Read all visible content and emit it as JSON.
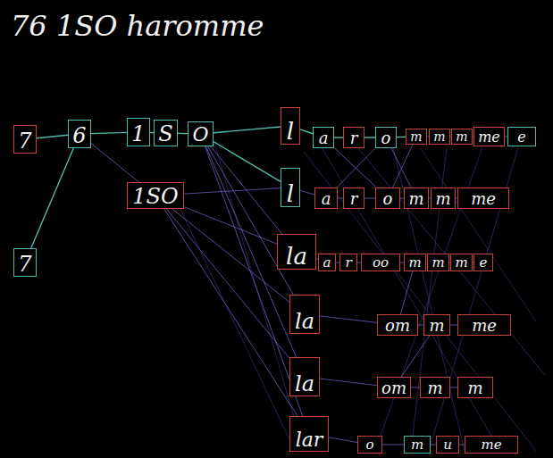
{
  "diagram": {
    "title": "76 1SO haromme",
    "nodes": [
      {
        "text": [
          "7"
        ]
      },
      {
        "text": [
          "6"
        ]
      },
      {
        "text": [
          "1"
        ]
      },
      {
        "text": [
          "S"
        ]
      },
      {
        "text": [
          "O"
        ]
      },
      {
        "text": [
          "1SO"
        ]
      },
      {
        "text": [
          "7"
        ]
      },
      {
        "text": [
          "l"
        ]
      },
      {
        "text": [
          "a"
        ]
      },
      {
        "text": [
          "r"
        ]
      },
      {
        "text": [
          "o"
        ]
      },
      {
        "text": [
          "m"
        ]
      },
      {
        "text": [
          "m"
        ]
      },
      {
        "text": [
          "m"
        ]
      },
      {
        "text": [
          "me"
        ]
      },
      {
        "text": [
          "e"
        ]
      },
      {
        "text": [
          "l"
        ]
      },
      {
        "text": [
          "a"
        ]
      },
      {
        "text": [
          "r"
        ]
      },
      {
        "text": [
          "o"
        ]
      },
      {
        "text": [
          "m"
        ]
      },
      {
        "text": [
          "m"
        ]
      },
      {
        "text": [
          "me"
        ]
      },
      {
        "text": [
          "la"
        ]
      },
      {
        "text": [
          "a"
        ]
      },
      {
        "text": [
          "r"
        ]
      },
      {
        "text": [
          "oo"
        ]
      },
      {
        "text": [
          "m"
        ]
      },
      {
        "text": [
          "m"
        ]
      },
      {
        "text": [
          "m"
        ]
      },
      {
        "text": [
          "e"
        ]
      },
      {
        "text": [
          "la"
        ]
      },
      {
        "text": [
          "om"
        ]
      },
      {
        "text": [
          "m"
        ]
      },
      {
        "text": [
          "me"
        ]
      },
      {
        "text": [
          "la"
        ]
      },
      {
        "text": [
          "om"
        ]
      },
      {
        "text": [
          "m"
        ]
      },
      {
        "text": [
          "m"
        ]
      },
      {
        "text": [
          "lar"
        ]
      },
      {
        "text": [
          "o"
        ]
      },
      {
        "text": [
          "m"
        ]
      },
      {
        "text": [
          "u"
        ]
      },
      {
        "text": [
          "me"
        ]
      }
    ],
    "edges": [
      {
        "from": 0,
        "to": 1,
        "arrow": "none"
      },
      {
        "from": 6,
        "to": 1,
        "arrow": "none"
      },
      {
        "from": 1,
        "to": 2,
        "arrow": "none"
      },
      {
        "from": 2,
        "to": 3,
        "arrow": "none"
      },
      {
        "from": 3,
        "to": 4,
        "arrow": "none"
      },
      {
        "from": 1,
        "to": 5,
        "arrow": "none"
      },
      {
        "from": 4,
        "to": 7,
        "arrow": "none"
      },
      {
        "from": 4,
        "to": 16,
        "arrow": "none"
      },
      {
        "from": 5,
        "to": 16,
        "arrow": "none"
      },
      {
        "from": 5,
        "to": 23,
        "arrow": "none"
      },
      {
        "from": 4,
        "to": 23,
        "arrow": "none"
      },
      {
        "from": 7,
        "to": 8,
        "arrow": "none"
      },
      {
        "from": 8,
        "to": 9,
        "arrow": "none"
      },
      {
        "from": 9,
        "to": 10,
        "arrow": "none"
      },
      {
        "from": 10,
        "to": 11,
        "arrow": "none"
      },
      {
        "from": 11,
        "to": 12,
        "arrow": "none"
      },
      {
        "from": 12,
        "to": 13,
        "arrow": "none"
      },
      {
        "from": 13,
        "to": 14,
        "arrow": "none"
      },
      {
        "from": 14,
        "to": 15,
        "arrow": "none"
      },
      {
        "from": 16,
        "to": 17,
        "arrow": "none"
      },
      {
        "from": 17,
        "to": 18,
        "arrow": "none"
      },
      {
        "from": 18,
        "to": 19,
        "arrow": "none"
      },
      {
        "from": 19,
        "to": 20,
        "arrow": "none"
      },
      {
        "from": 20,
        "to": 21,
        "arrow": "none"
      },
      {
        "from": 21,
        "to": 22,
        "arrow": "none"
      },
      {
        "from": 23,
        "to": 24,
        "arrow": "none"
      },
      {
        "from": 24,
        "to": 25,
        "arrow": "none"
      },
      {
        "from": 25,
        "to": 26,
        "arrow": "none"
      },
      {
        "from": 26,
        "to": 27,
        "arrow": "none"
      },
      {
        "from": 27,
        "to": 28,
        "arrow": "none"
      },
      {
        "from": 28,
        "to": 29,
        "arrow": "none"
      },
      {
        "from": 29,
        "to": 30,
        "arrow": "none"
      },
      {
        "from": 31,
        "to": 32,
        "arrow": "none"
      },
      {
        "from": 32,
        "to": 33,
        "arrow": "none"
      },
      {
        "from": 33,
        "to": 34,
        "arrow": "none"
      },
      {
        "from": 35,
        "to": 36,
        "arrow": "none"
      },
      {
        "from": 36,
        "to": 37,
        "arrow": "none"
      },
      {
        "from": 37,
        "to": 38,
        "arrow": "none"
      },
      {
        "from": 39,
        "to": 40,
        "arrow": "none"
      },
      {
        "from": 40,
        "to": 41,
        "arrow": "none"
      },
      {
        "from": 41,
        "to": 42,
        "arrow": "none"
      },
      {
        "from": 42,
        "to": 43,
        "arrow": "none"
      },
      {
        "from": 4,
        "to": 31,
        "arrow": "none"
      },
      {
        "from": 4,
        "to": 35,
        "arrow": "none"
      },
      {
        "from": 4,
        "to": 39,
        "arrow": "none"
      },
      {
        "from": 5,
        "to": 31,
        "arrow": "none"
      },
      {
        "from": 5,
        "to": 35,
        "arrow": "none"
      },
      {
        "from": 5,
        "to": 39,
        "arrow": "none"
      },
      {
        "from": 8,
        "to": 19,
        "arrow": "none"
      },
      {
        "from": 17,
        "to": 10,
        "arrow": "none"
      },
      {
        "from": 10,
        "to": 20,
        "arrow": "none"
      },
      {
        "from": 19,
        "to": 11,
        "arrow": "none"
      },
      {
        "from": 32,
        "to": 27,
        "arrow": "none"
      },
      {
        "from": 36,
        "to": 33,
        "arrow": "none"
      }
    ]
  }
}
